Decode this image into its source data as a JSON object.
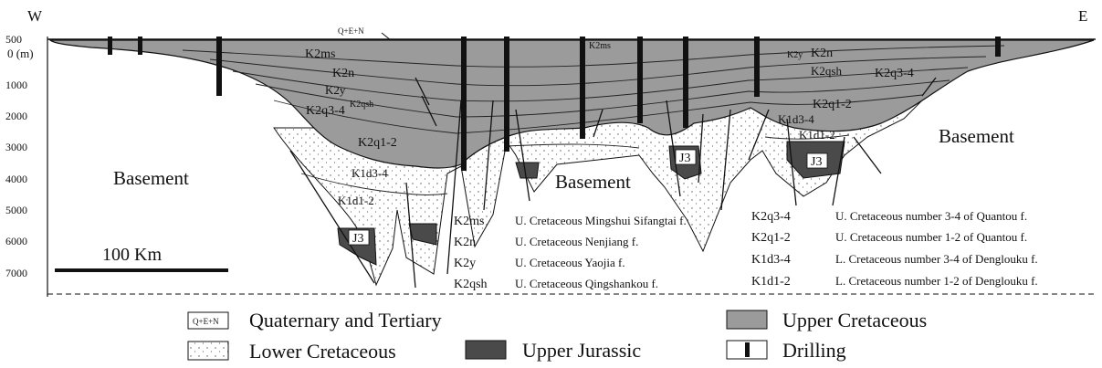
{
  "directions": {
    "west": "W",
    "east": "E"
  },
  "depth_axis": {
    "unit_label": "0 (m)",
    "ticks": [
      "500",
      "1000",
      "2000",
      "3000",
      "4000",
      "5000",
      "6000",
      "7000"
    ]
  },
  "top_label": "Q+E+N",
  "basement_labels": [
    "Basement",
    "Basement",
    "Basement"
  ],
  "scale_bar": "100 Km",
  "unit_labels": {
    "k2ms": "K2ms",
    "k2ms_small": "K2ms",
    "k2n_left": "K2n",
    "k2n_right": "K2n",
    "k2y_left": "K2y",
    "k2y_right": "K2y",
    "k2qsh_left": "K2qsh",
    "k2qsh_right": "K2qsh",
    "k2q34_left": "K2q3-4",
    "k2q34_right": "K2q3-4",
    "k2q12_left": "K2q1-2",
    "k2q12_right": "K2q1-2",
    "k1d34_left": "K1d3-4",
    "k1d34_right": "K1d3-4",
    "k1d12_left": "K1d1-2",
    "k1d12_right": "K1d1-2",
    "j3_a": "J3",
    "j3_b": "J3",
    "j3_c": "J3"
  },
  "abbreviations_left": [
    {
      "code": "K2ms",
      "text": "U. Cretaceous Mingshui Sifangtai f."
    },
    {
      "code": "K2n",
      "text": "U. Cretaceous  Nenjiang f."
    },
    {
      "code": "K2y",
      "text": "U. Cretaceous Yaojia f."
    },
    {
      "code": "K2qsh",
      "text": "U. Cretaceous Qingshankou f."
    }
  ],
  "abbreviations_right": [
    {
      "code": "K2q3-4",
      "text": "U. Cretaceous number 3-4 of Quantou f."
    },
    {
      "code": "K2q1-2",
      "text": "U. Cretaceous number 1-2 of Quantou f."
    },
    {
      "code": "K1d3-4",
      "text": "L. Cretaceous number 3-4 of Denglouku f."
    },
    {
      "code": "K1d1-2",
      "text": "L. Cretaceous number 1-2 of Denglouku f."
    }
  ],
  "legend": {
    "qen_swatch_text": "Q+E+N",
    "quaternary_tertiary": "Quaternary and Tertiary",
    "upper_cretaceous": "Upper Cretaceous",
    "lower_cretaceous": "Lower Cretaceous",
    "upper_jurassic": "Upper Jurassic",
    "drilling": "Drilling"
  },
  "colors": {
    "upper_cretaceous": "#9b9b9b",
    "upper_jurassic": "#4a4a4a",
    "lower_cretaceous": "#f4f4f4",
    "lines": "#111111"
  }
}
